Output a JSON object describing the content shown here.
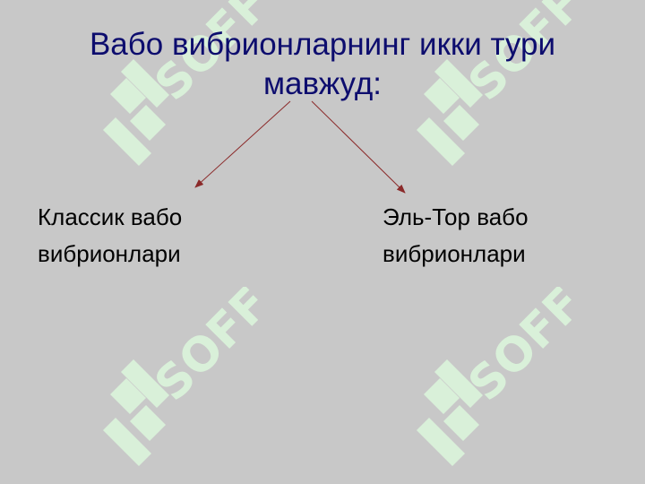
{
  "slide": {
    "title_lines": [
      "Вабо вибрионларнинг икки тури",
      "мавжуд:"
    ],
    "left_label_lines": [
      "Классик вабо",
      "вибрионлари"
    ],
    "right_label_lines": [
      "Эль-Тор вабо",
      "вибрионлари"
    ]
  },
  "watermark": {
    "text": "SOFF",
    "color": "#d9f0d9"
  },
  "colors": {
    "background": "#c8c8c8",
    "title": "#0d0d6e",
    "arrow": "#8b2a2a",
    "label": "#000000"
  }
}
